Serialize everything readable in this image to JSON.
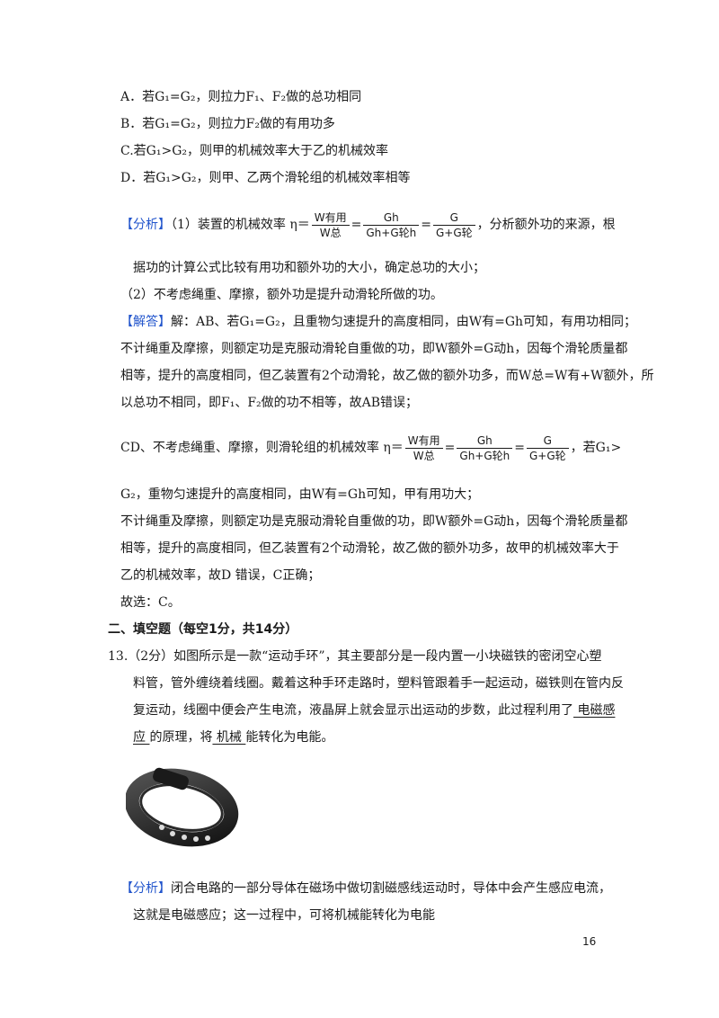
{
  "options": {
    "a": "A．若G₁=G₂，则拉力F₁、F₂做的总功相同",
    "b": "B．若G₁=G₂，则拉力F₂做的有用功多",
    "c": "C.若G₁>G₂，则甲的机械效率大于乙的机械效率",
    "d": "D．若G₁>G₂，则甲、乙两个滑轮组的机械效率相等"
  },
  "analysis1": {
    "tag": "【分析】",
    "pre": "（1）装置的机械效率 η＝",
    "f1_num": "W有用",
    "f1_den": "W总",
    "eq1": "=",
    "f2_num": "Gh",
    "f2_den": "Gh+G轮h",
    "eq2": "=",
    "f3_num": "G",
    "f3_den": "G+G轮",
    "post": "，分析额外功的来源，根",
    "line2": "据功的计算公式比较有用功和额外功的大小，确定总功的大小；",
    "line3": "（2）不考虑绳重、摩擦，额外功是提升动滑轮所做的功。"
  },
  "answer": {
    "tag": "【解答】",
    "l1": "解：AB、若G₁=G₂，且重物匀速提升的高度相同，由W有=Gh可知，有用功相同；",
    "l2": "不计绳重及摩擦，则额定功是克服动滑轮自重做的功，即W额外=G动h，因每个滑轮质量都",
    "l3": "相等，提升的高度相同，但乙装置有2个动滑轮，故乙做的额外功多，而W总=W有+W额外，所",
    "l4": "以总功不相同，即F₁、F₂做的功不相等，故AB错误；",
    "cd_pre": "CD、不考虑绳重、摩擦，则滑轮组的机械效率 η＝",
    "cd_post": "，若G₁>",
    "l6": "G₂，重物匀速提升的高度相同，由W有=Gh可知，甲有用功大；",
    "l7": "不计绳重及摩擦，则额定功是克服动滑轮自重做的功，即W额外=G动h，因每个滑轮质量都",
    "l8": "相等，提升的高度相同，但乙装置有2个动滑轮，故乙做的额外功多，故甲的机械效率大于",
    "l9": "乙的机械效率，故D 错误，C正确；",
    "l10": "故选：C。"
  },
  "section": {
    "title": "二、填空题（每空1分，共14分）"
  },
  "q13": {
    "l1": "13.（2分）如图所示是一款“运动手环”，其主要部分是一段内置一小块磁铁的密闭空心塑",
    "l2": "料管，管外缠绕着线圈。戴着这种手环走路时，塑料管跟着手一起运动，磁铁则在管内反",
    "l3_pre": "复运动，线圈中便会产生电流，液晶屏上就会显示出运动的步数，此过程利用了",
    "blank1a": "  电磁感",
    "blank1b": "应 ",
    "l4_mid": " 的原理，将",
    "blank2": "  机械  ",
    "l4_post": "能转化为电能。"
  },
  "analysis2": {
    "tag": "【分析】",
    "l1": "闭合电路的一部分导体在磁场中做切割磁感线运动时，导体中会产生感应电流，",
    "l2": "这就是电磁感应；这一过程中，可将机械能转化为电能"
  },
  "page_number": "16",
  "colors": {
    "tag": "#2255cc",
    "text": "#1a1a1a"
  }
}
